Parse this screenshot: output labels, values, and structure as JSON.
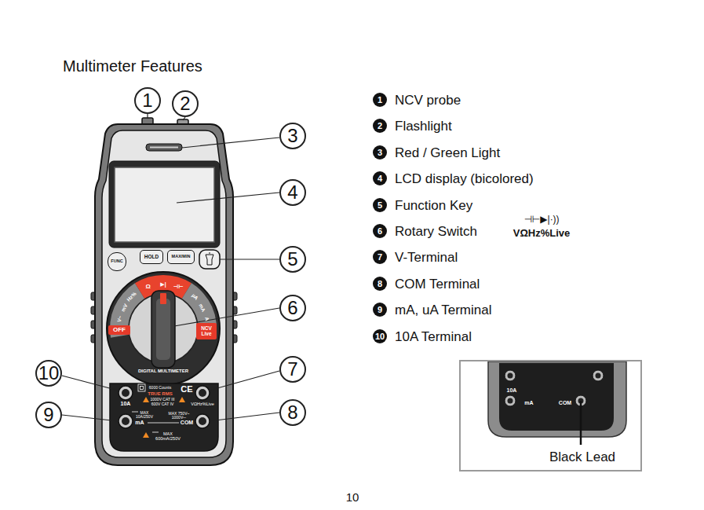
{
  "diagram": {
    "title": "Multimeter Features",
    "nodes": [
      {
        "text": [
          "1"
        ]
      },
      {
        "text": [
          "2"
        ]
      },
      {
        "text": [
          "3"
        ]
      },
      {
        "text": [
          "4"
        ]
      },
      {
        "text": [
          "5"
        ]
      },
      {
        "text": [
          "6"
        ]
      },
      {
        "text": [
          "10"
        ]
      },
      {
        "text": [
          "7"
        ]
      },
      {
        "text": [
          "9"
        ]
      },
      {
        "text": [
          "8"
        ]
      },
      {
        "text": [
          "FUNC"
        ]
      },
      {
        "text": [
          "HOLD"
        ]
      },
      {
        "text": [
          "MAX/MIN"
        ]
      },
      {
        "text": [
          "OFF"
        ]
      },
      {
        "text": [
          "NCV Live"
        ]
      },
      {
        "text": [
          "1",
          "NCV probe"
        ]
      },
      {
        "text": [
          "2",
          "Flashlight"
        ]
      },
      {
        "text": [
          "3",
          "Red / Green Light"
        ]
      },
      {
        "text": [
          "4",
          "LCD display (bicolored)"
        ]
      },
      {
        "text": [
          "5",
          "Function Key"
        ]
      },
      {
        "text": [
          "6",
          "Rotary Switch"
        ]
      },
      {
        "text": [
          "7",
          "V-Terminal"
        ]
      },
      {
        "text": [
          "8",
          "COM Terminal"
        ]
      },
      {
        "text": [
          "9",
          "mA, uA Terminal"
        ]
      },
      {
        "text": [
          "10",
          "10A Terminal"
        ]
      },
      {
        "text": [
          "10A",
          "mA",
          "COM",
          "Black Lead"
        ]
      }
    ],
    "labels": [
      "Hz%",
      "mV",
      "V~",
      "Ω",
      "▶|",
      "⊣⊢",
      "µA",
      "mA",
      "A",
      "DIGITAL MULTIMETER",
      "6000 Counts",
      "TRUE RMS",
      "CE",
      "1000V CAT III",
      "600V CAT IV",
      "10A",
      "MAX 10A/250V",
      "MAX 750V~ 1000V⎓",
      "VΩHz%Live",
      "mA",
      "COM",
      "MAX 600mA/250V",
      "⊣⊢▶|·))",
      "VΩHz%Live",
      "10"
    ]
  }
}
